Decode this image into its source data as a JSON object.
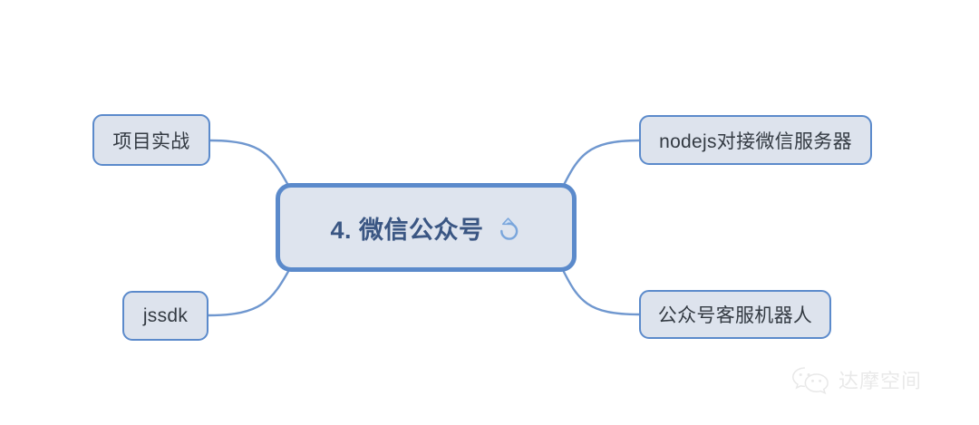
{
  "diagram": {
    "type": "mindmap",
    "background_color": "#ffffff",
    "node_fill": "#dde3ed",
    "node_border": "#5b8acb",
    "center_text_color": "#3a5683",
    "leaf_text_color": "#333a42",
    "edge_color": "#6f97cf",
    "center": {
      "label": "4. 微信公众号",
      "icon": "rotate-ccw-icon"
    },
    "nodes": [
      {
        "id": "top-left",
        "label": "项目实战",
        "side": "left"
      },
      {
        "id": "bottom-left",
        "label": "jssdk",
        "side": "left"
      },
      {
        "id": "top-right",
        "label": "nodejs对接微信服务器",
        "side": "right"
      },
      {
        "id": "bottom-right",
        "label": "公众号客服机器人",
        "side": "right"
      }
    ]
  },
  "watermark": {
    "text": "达摩空间",
    "icon": "wechat-logo-icon"
  }
}
